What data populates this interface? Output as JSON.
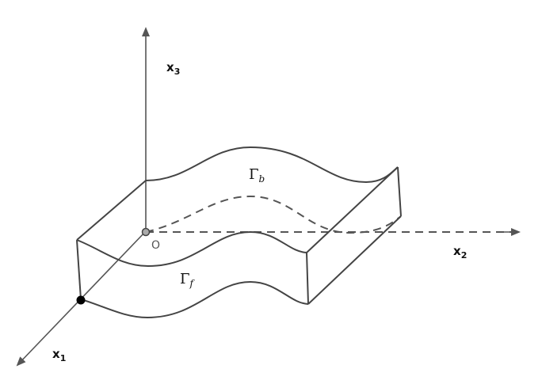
{
  "axes": {
    "x1": {
      "base": "x",
      "sub": "1"
    },
    "x2": {
      "base": "x",
      "sub": "2"
    },
    "x3": {
      "base": "x",
      "sub": "3"
    }
  },
  "origin_label": "O",
  "surfaces": {
    "top": {
      "base": "Γ",
      "sub": "b"
    },
    "front": {
      "base": "Γ",
      "sub": "f"
    }
  },
  "colors": {
    "line": "#444444",
    "axis": "#555555",
    "point": "#000000"
  }
}
